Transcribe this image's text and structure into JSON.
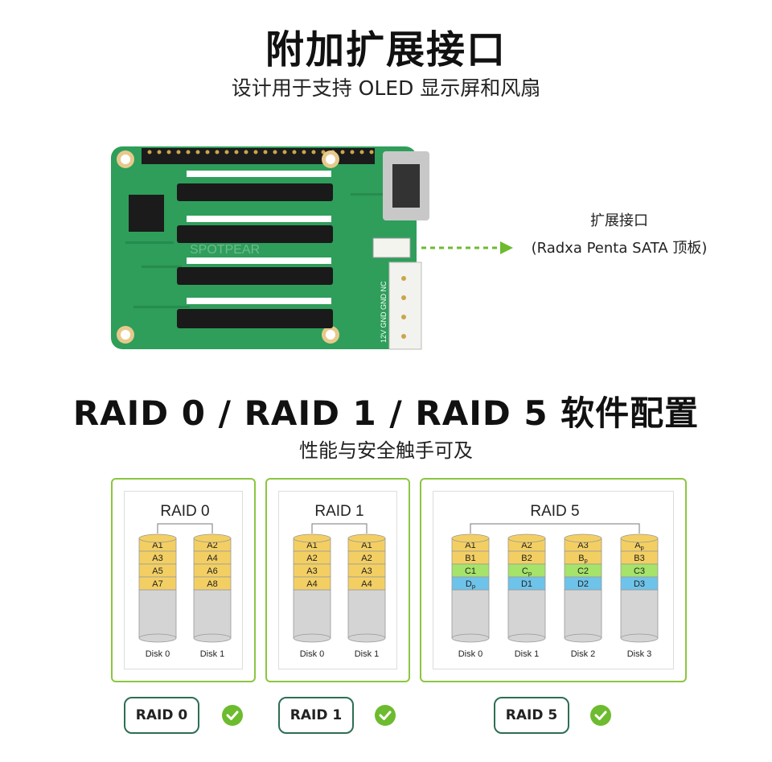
{
  "header": {
    "title": "附加扩展接口",
    "subtitle": "设计用于支持 OLED 显示屏和风扇"
  },
  "board": {
    "silk_text": "12V GND GND NC",
    "watermark": "SPOTPEAR"
  },
  "extension_label": {
    "line1": "扩展接口",
    "line2": "(Radxa Penta SATA 顶板)"
  },
  "raid_section": {
    "title": "RAID 0 / RAID 1 / RAID 5 软件配置",
    "subtitle": "性能与安全触手可及"
  },
  "raid_panels": [
    {
      "title": "RAID 0",
      "disks": [
        {
          "label": "Disk 0",
          "blocks": [
            "A1",
            "A3",
            "A5",
            "A7"
          ]
        },
        {
          "label": "Disk 1",
          "blocks": [
            "A2",
            "A4",
            "A6",
            "A8"
          ]
        }
      ]
    },
    {
      "title": "RAID 1",
      "disks": [
        {
          "label": "Disk 0",
          "blocks": [
            "A1",
            "A2",
            "A3",
            "A4"
          ]
        },
        {
          "label": "Disk 1",
          "blocks": [
            "A1",
            "A2",
            "A3",
            "A4"
          ]
        }
      ]
    },
    {
      "title": "RAID 5",
      "disks": [
        {
          "label": "Disk 0",
          "blocks": [
            "A1",
            "B1",
            "C1",
            "Dp"
          ]
        },
        {
          "label": "Disk 1",
          "blocks": [
            "A2",
            "B2",
            "Cp",
            "D1"
          ]
        },
        {
          "label": "Disk 2",
          "blocks": [
            "A3",
            "Bp",
            "C2",
            "D2"
          ]
        },
        {
          "label": "Disk 3",
          "blocks": [
            "Ap",
            "B3",
            "C3",
            "D3"
          ]
        }
      ]
    }
  ],
  "buttons": [
    {
      "label": "RAID 0"
    },
    {
      "label": "RAID 1"
    },
    {
      "label": "RAID 5"
    }
  ],
  "colors": {
    "accent_green": "#8cc63f",
    "pcb_green": "#2e9e5a",
    "block_yellow": "#f3cf63",
    "block_green": "#a6e36a",
    "block_blue": "#6ec3ea",
    "disk_gray": "#d4d4d4",
    "button_border": "#2e6e52",
    "check_green": "#6dbb2e"
  }
}
